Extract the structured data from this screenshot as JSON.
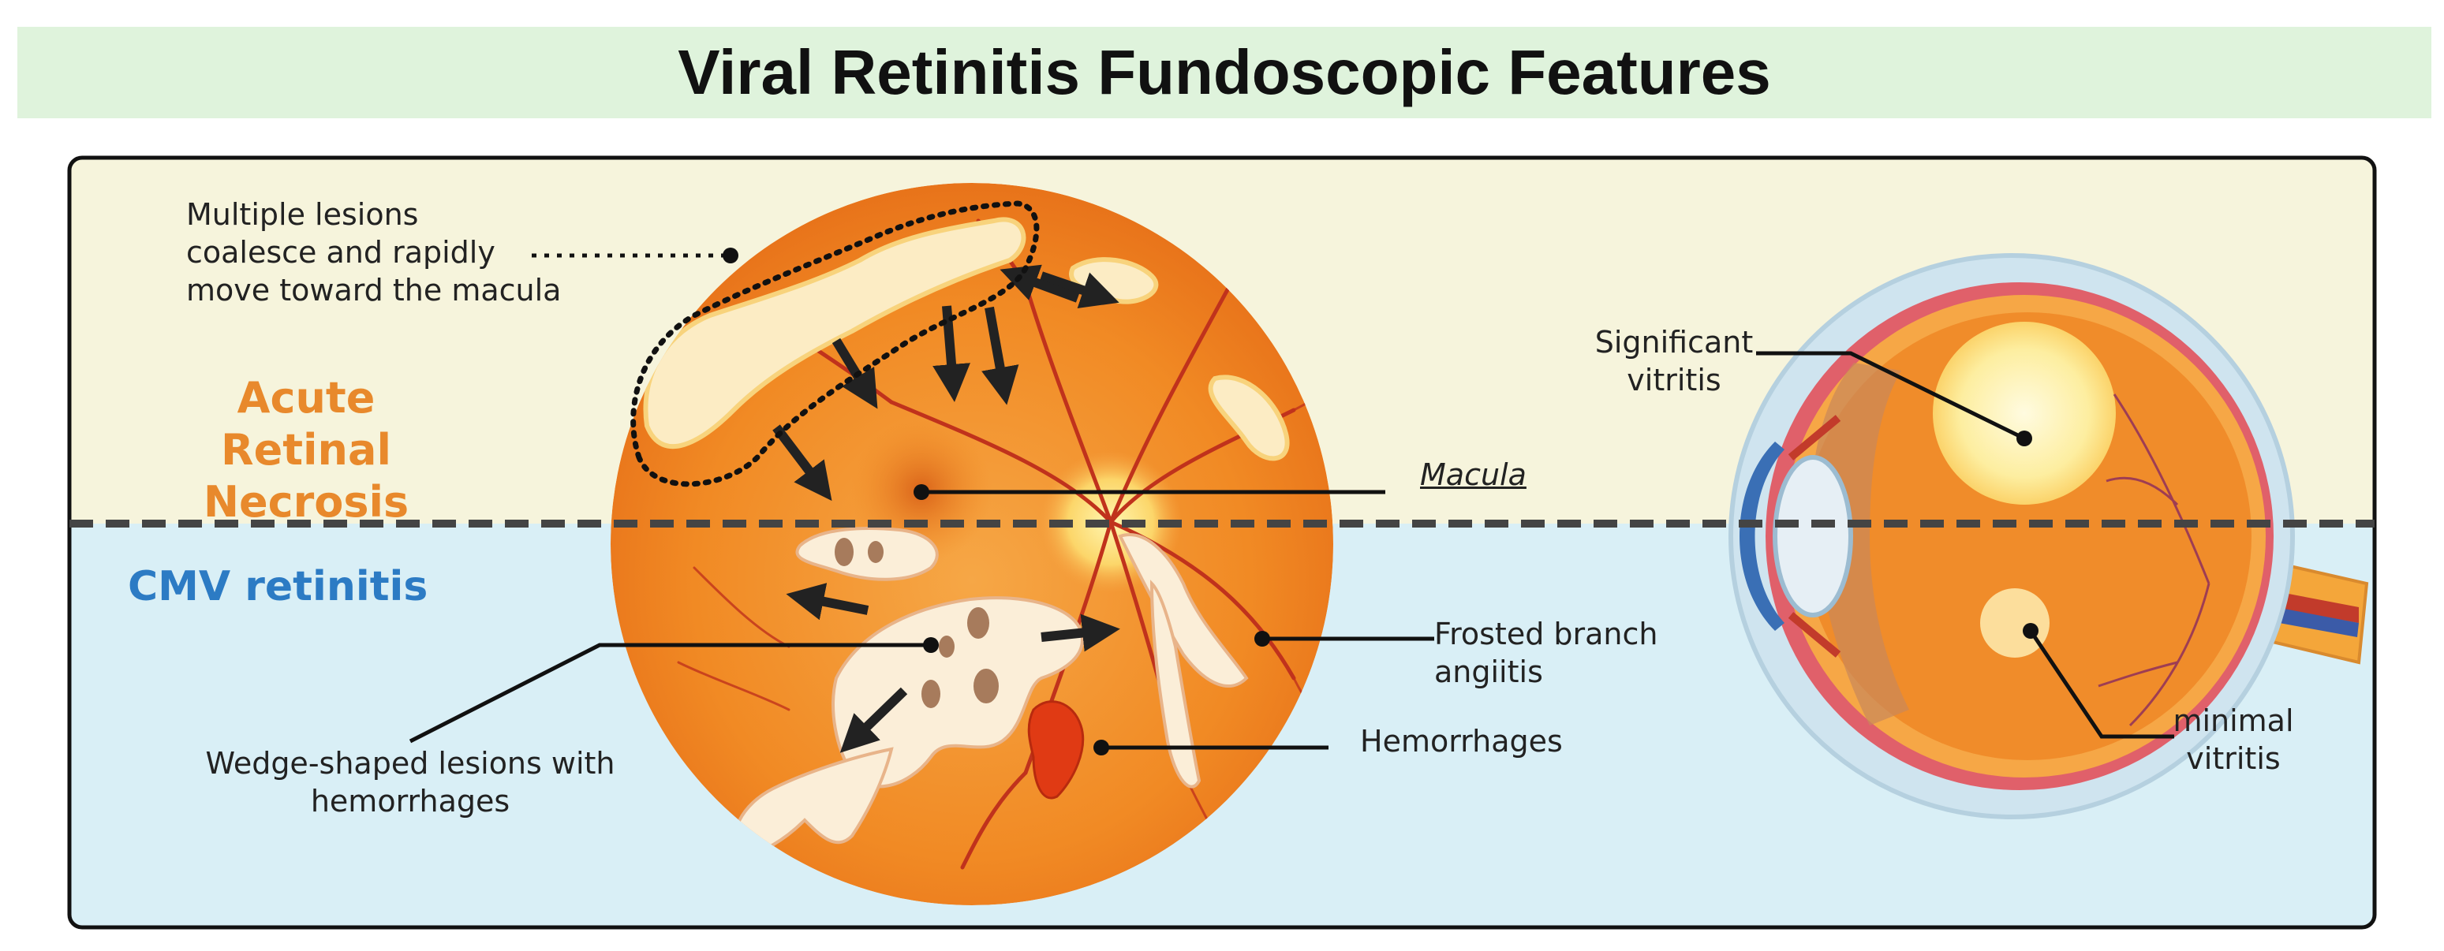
{
  "title": "Viral Retinitis Fundoscopic Features",
  "sections": {
    "top": {
      "label_line1": "Acute Retinal",
      "label_line2": "Necrosis"
    },
    "bottom": {
      "label": "CMV retinitis"
    }
  },
  "annotations": {
    "coalesce": [
      "Multiple lesions",
      "coalesce and rapidly",
      "move toward the macula"
    ],
    "macula": "Macula",
    "frosted": [
      "Frosted branch",
      "angiitis"
    ],
    "hemorrhages": "Hemorrhages",
    "wedge": [
      "Wedge-shaped lesions with",
      "hemorrhages"
    ],
    "significant": [
      "Significant",
      "vitritis"
    ],
    "minimal": [
      "minimal",
      "vitritis"
    ]
  },
  "colors": {
    "top_panel": "#f6f4dc",
    "bottom_panel": "#d9eff6",
    "arn_label": "#e8892c",
    "cmv_label": "#2c7bc4",
    "title_bar": "#dff3dc"
  }
}
